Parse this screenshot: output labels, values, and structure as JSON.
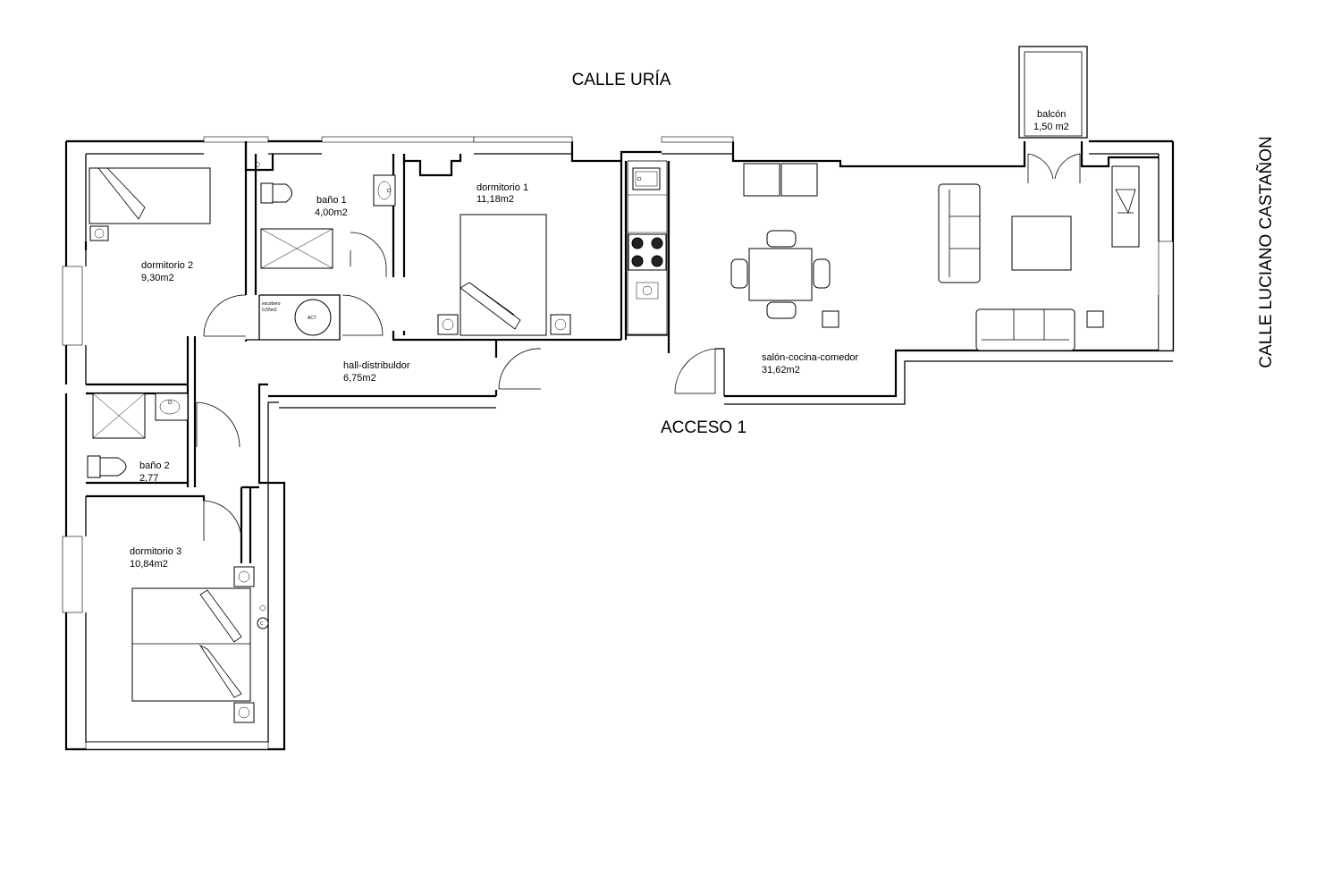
{
  "streets": {
    "top": "CALLE URÍA",
    "right": "CALLE LUCIANO CASTAÑON",
    "access": "ACCESO 1"
  },
  "rooms": {
    "balcon": {
      "name": "balcón",
      "area": "1,50 m2"
    },
    "bano1": {
      "name": "baño 1",
      "area": "4,00m2"
    },
    "dormitorio1": {
      "name": "dormitorio 1",
      "area": "11,18m2"
    },
    "dormitorio2": {
      "name": "dormitorio 2",
      "area": "9,30m2"
    },
    "hall": {
      "name": "hall-distribuldor",
      "area": "6,75m2"
    },
    "salon": {
      "name": "salón-cocina-comedor",
      "area": "31,62m2"
    },
    "bano2": {
      "name": "baño 2",
      "area": "2,77"
    },
    "dormitorio3": {
      "name": "dormitorio 3",
      "area": "10,84m2"
    },
    "escobero": {
      "name": "escobero",
      "area": "0,55m2"
    }
  },
  "fixtures": {
    "water_heater": "ACT",
    "boiler": "C"
  },
  "colors": {
    "line": "#000000",
    "background": "#ffffff"
  }
}
